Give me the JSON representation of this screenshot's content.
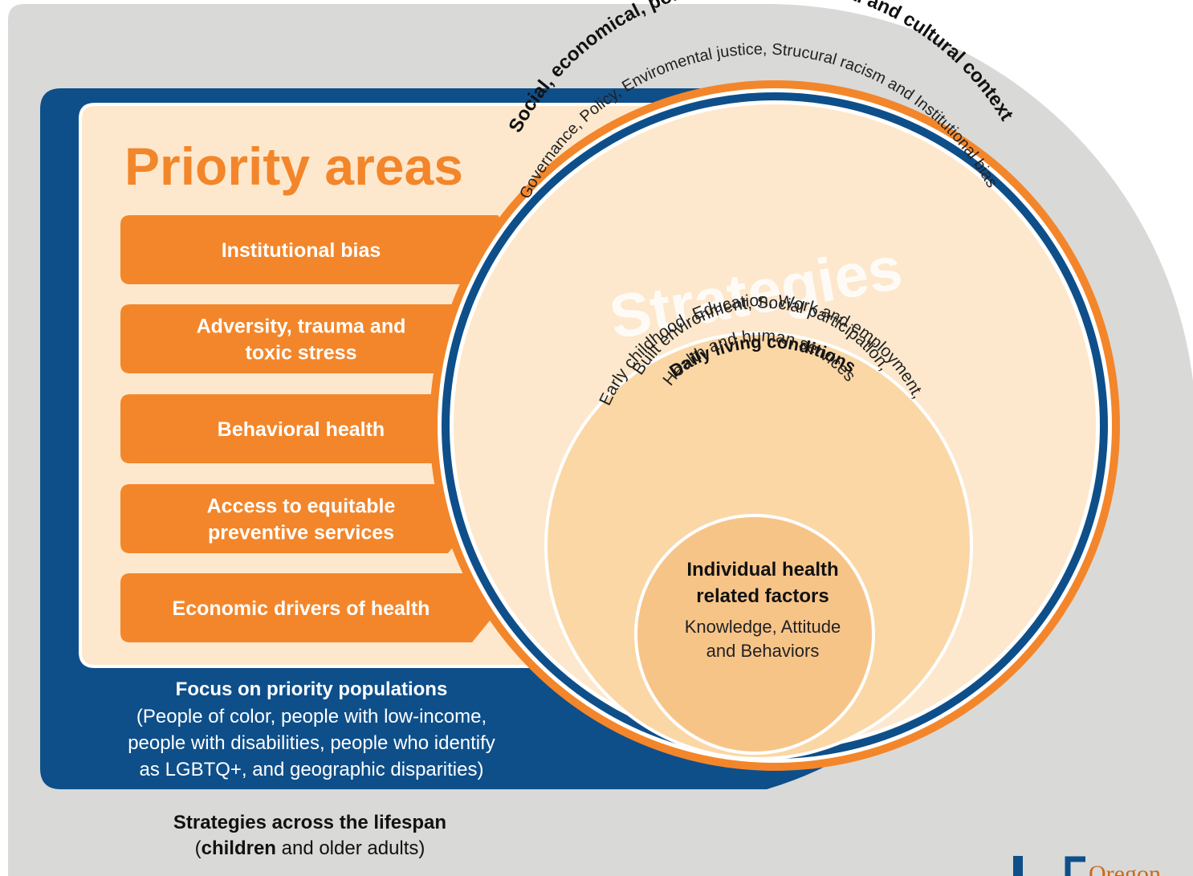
{
  "title": "Priority areas",
  "priority_areas": [
    {
      "lines": [
        "Institutional bias"
      ]
    },
    {
      "lines": [
        "Adversity, trauma and",
        "toxic stress"
      ]
    },
    {
      "lines": [
        "Behavioral health"
      ]
    },
    {
      "lines": [
        "Access to equitable",
        "preventive services"
      ]
    },
    {
      "lines": [
        "Economic drivers of health"
      ]
    }
  ],
  "populations": {
    "heading": "Focus on priority populations",
    "lines": [
      "(People of color, people with low-income,",
      "people with disabilities, people who identify",
      "as LGBTQ+, and geographic disparities)"
    ]
  },
  "lifespan": {
    "heading": "Strategies across the lifespan",
    "sub_open": "(",
    "sub_bold": "children",
    "sub_rest": " and older adults)"
  },
  "outer_ring": {
    "heading": "Social, economical, political, environmental and cultural context",
    "detail": "Governance, Policy, Enviromental justice, Strucural racism and Institutional bias"
  },
  "strategies_label": "Strategies",
  "middle_ring": {
    "heading": "Daily living conditions",
    "lines": [
      "Early childhood, Education, Work and employment,",
      "Built environment, Social participation,",
      "Health and human services"
    ]
  },
  "inner_circle": {
    "heading_lines": [
      "Individual health",
      "related factors"
    ],
    "detail_lines": [
      "Knowledge, Attitude",
      "and Behaviors"
    ]
  },
  "logo_text": "Oregon",
  "colors": {
    "orange": "#f3862a",
    "navy": "#0e4f8a",
    "grey": "#d9d9d8",
    "cream": "#fde8cd",
    "peach": "#fbd7a6",
    "tan": "#f7c488"
  }
}
